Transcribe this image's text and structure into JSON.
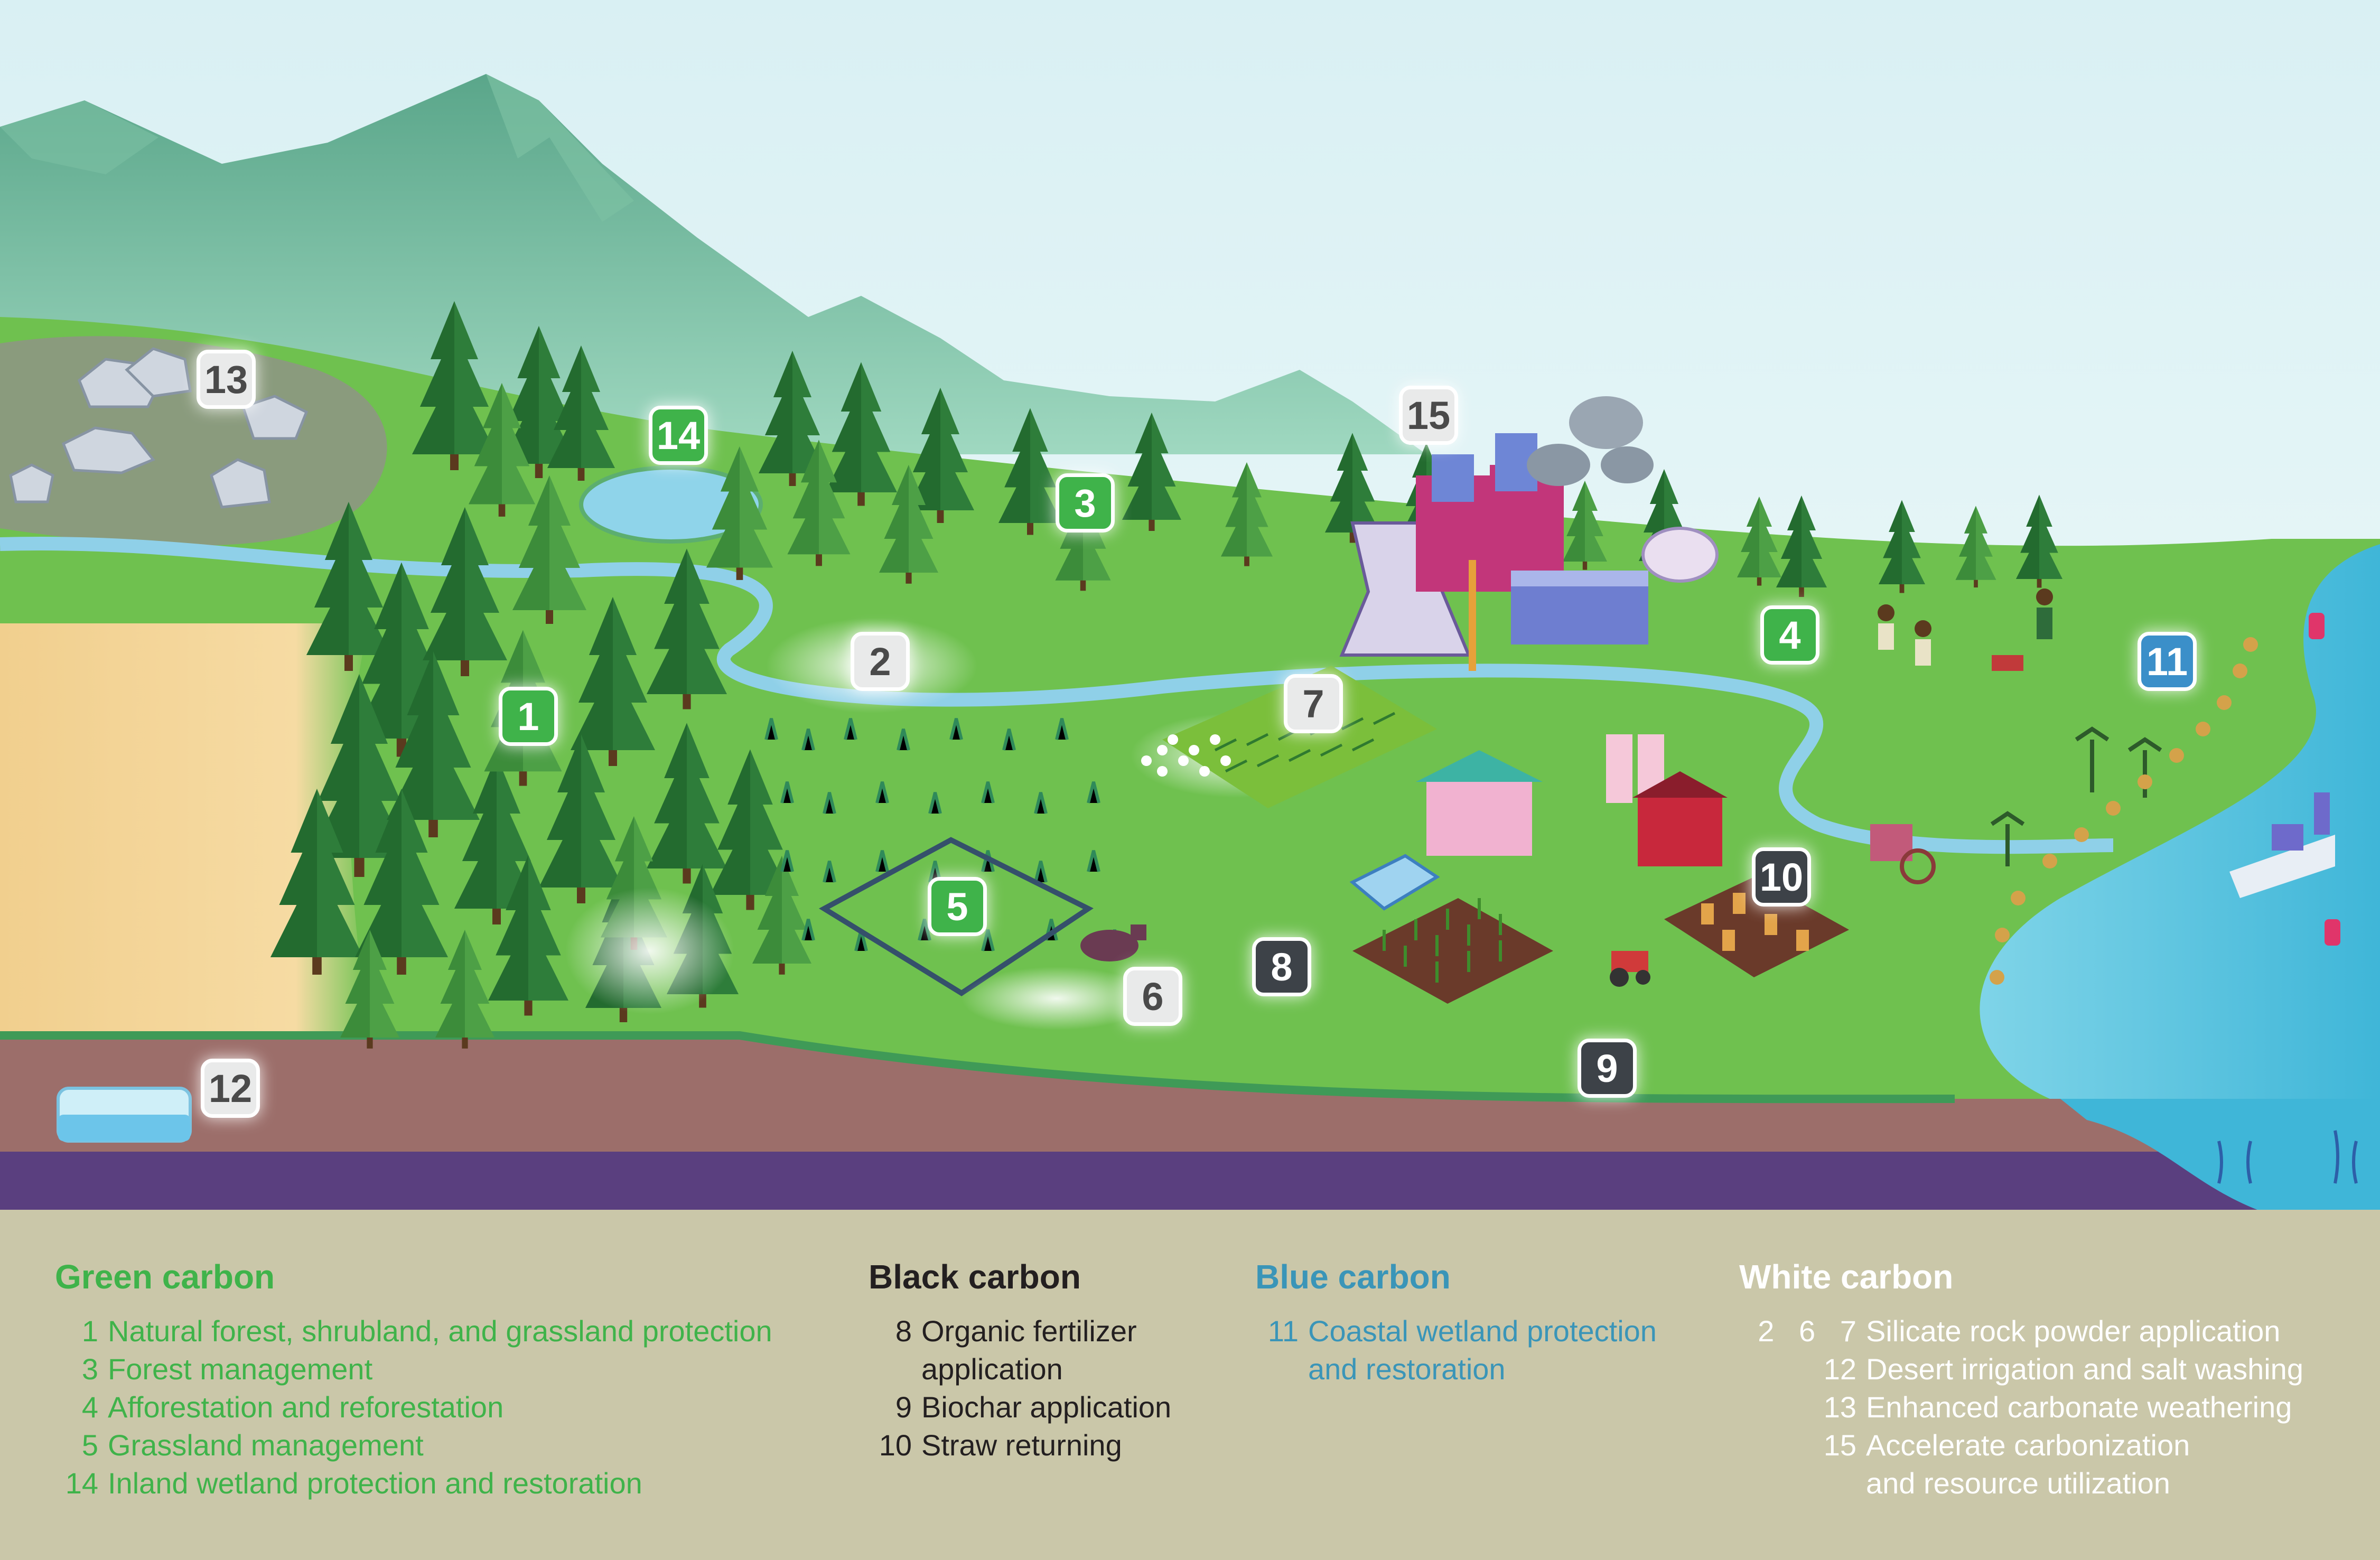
{
  "colors": {
    "green_carbon": "#3fb34a",
    "black_carbon": "#231f20",
    "blue_carbon": "#3a95b8",
    "white_carbon": "#ffffff",
    "legend_background": "#cac7a9"
  },
  "markers": [
    {
      "label": "1",
      "category": "green"
    },
    {
      "label": "2",
      "category": "white"
    },
    {
      "label": "3",
      "category": "green"
    },
    {
      "label": "4",
      "category": "green"
    },
    {
      "label": "5",
      "category": "green"
    },
    {
      "label": "6",
      "category": "white"
    },
    {
      "label": "7",
      "category": "white"
    },
    {
      "label": "8",
      "category": "black"
    },
    {
      "label": "9",
      "category": "black"
    },
    {
      "label": "10",
      "category": "black"
    },
    {
      "label": "11",
      "category": "blue"
    },
    {
      "label": "12",
      "category": "white"
    },
    {
      "label": "13",
      "category": "white"
    },
    {
      "label": "14",
      "category": "green"
    },
    {
      "label": "15",
      "category": "white"
    }
  ],
  "legend": {
    "green": {
      "title": "Green carbon",
      "items": [
        {
          "num": "1",
          "text": "Natural forest, shrubland, and grassland protection"
        },
        {
          "num": "3",
          "text": "Forest management"
        },
        {
          "num": "4",
          "text": "Afforestation and reforestation"
        },
        {
          "num": "5",
          "text": "Grassland management"
        },
        {
          "num": "14",
          "text": "Inland wetland protection and restoration"
        }
      ]
    },
    "black": {
      "title": "Black carbon",
      "items": [
        {
          "num": "8",
          "text": "Organic fertilizer",
          "text2": "application"
        },
        {
          "num": "9",
          "text": "Biochar application"
        },
        {
          "num": "10",
          "text": "Straw returning"
        }
      ]
    },
    "blue": {
      "title": "Blue carbon",
      "items": [
        {
          "num": "11",
          "text": "Coastal wetland protection",
          "text2": "and restoration"
        }
      ]
    },
    "white": {
      "title": "White carbon",
      "items": [
        {
          "num": "2   6   7",
          "text": "Silicate rock powder application"
        },
        {
          "num": "12",
          "text": "Desert irrigation and salt washing"
        },
        {
          "num": "13",
          "text": "Enhanced carbonate weathering"
        },
        {
          "num": "15",
          "text": "Accelerate carbonization",
          "text2": "and resource utilization"
        }
      ]
    }
  }
}
